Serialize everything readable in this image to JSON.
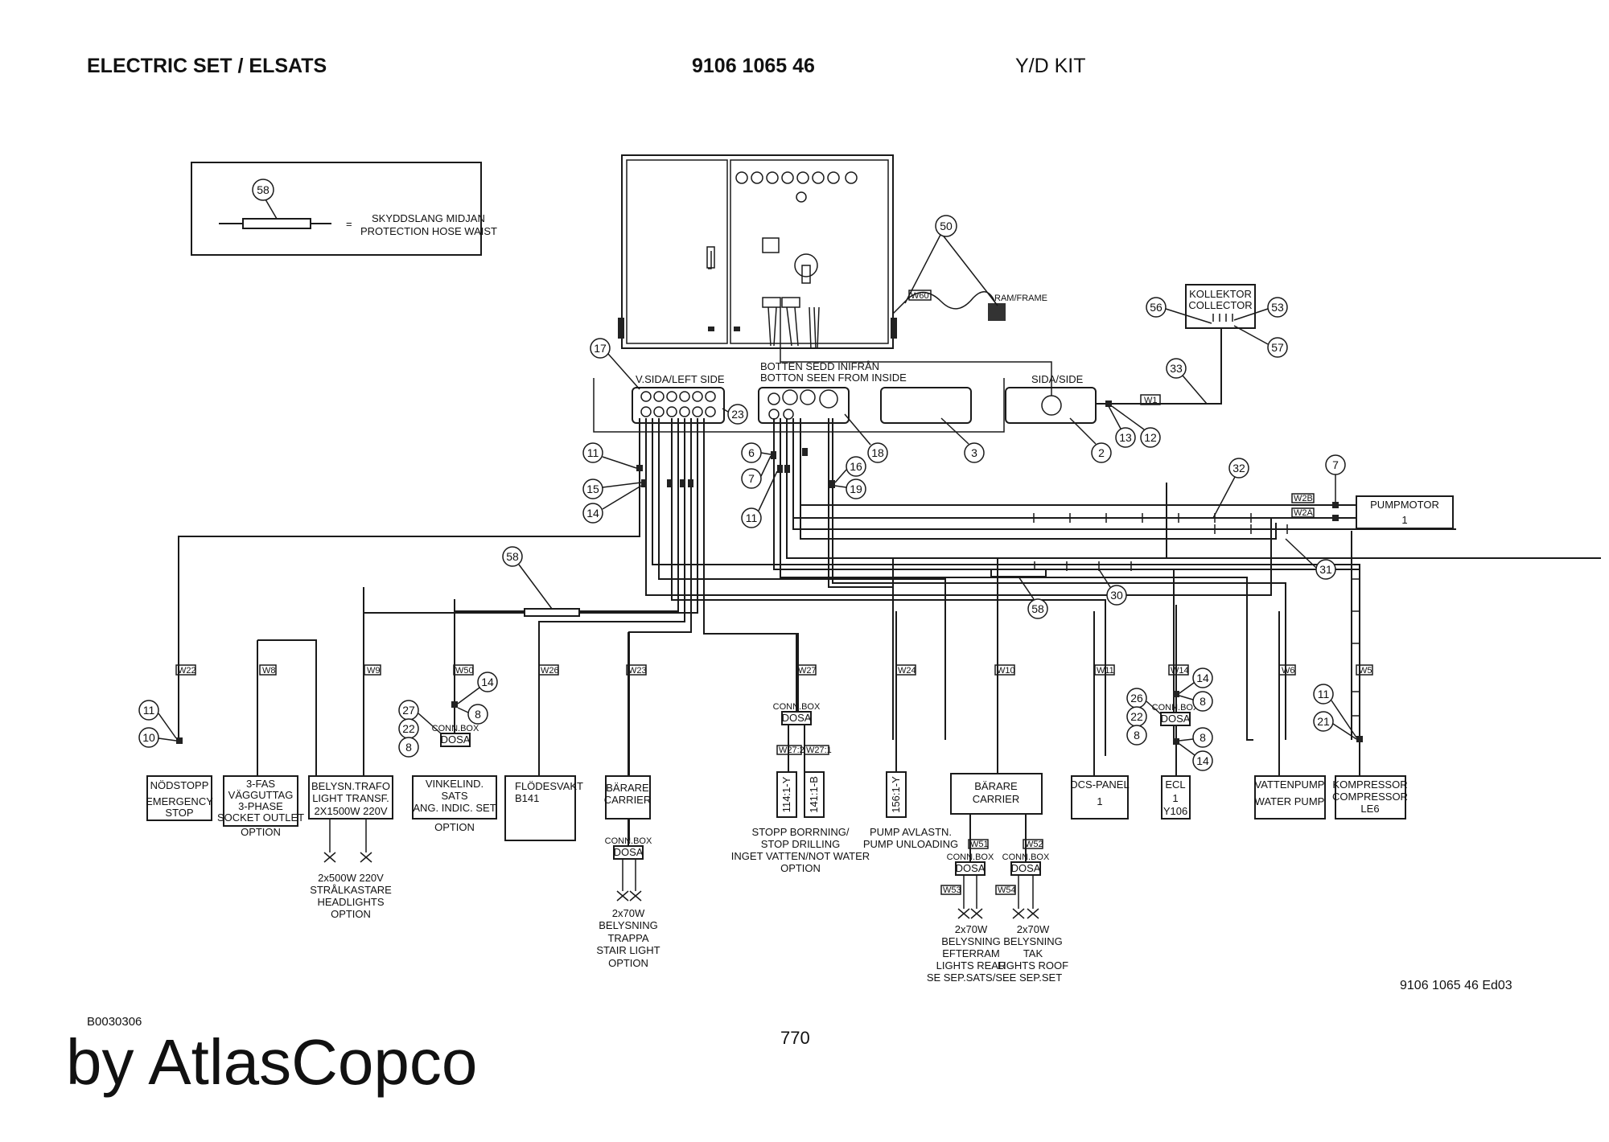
{
  "header": {
    "title": "ELECTRIC SET / ELSATS",
    "part_number": "9106 1065 46",
    "kit": "Y/D KIT"
  },
  "legend": {
    "ref": "58",
    "line1": "SKYDDSLANG MIDJAN",
    "line2": "PROTECTION HOSE WAIST",
    "equals": "="
  },
  "cabinet": {
    "frame_label": "RAM/FRAME",
    "wire_w60": "W60"
  },
  "collector": {
    "line1": "KOLLEKTOR",
    "line2": "COLLECTOR",
    "wire": "W1"
  },
  "panels": {
    "left_side": "V.SIDA/LEFT SIDE",
    "bottom_1": "BOTTEN SEDD INIFRÅN",
    "bottom_2": "BOTTON SEEN FROM INSIDE",
    "side": "SIDA/SIDE"
  },
  "pumpmotor": {
    "line1": "PUMPMOTOR",
    "line2": "1",
    "w2b": "W2B",
    "w2a": "W2A"
  },
  "wires": {
    "w22": "W22",
    "w8": "W8",
    "w9": "W9",
    "w50": "W50",
    "w26": "W26",
    "w23": "W23",
    "w27": "W27",
    "w24": "W24",
    "w10": "W10",
    "w11": "W11",
    "w14": "W14",
    "w6": "W6",
    "w5": "W5",
    "w27_2": "W27:2",
    "w27_1": "W27:1",
    "w51": "W51",
    "w52": "W52",
    "w53": "W53",
    "w54": "W54"
  },
  "conn": {
    "small": "CONN.BOX",
    "dosa": "DOSA"
  },
  "components": {
    "nodstopp": [
      "NÖDSTOPP",
      "EMERGENCY",
      "STOP"
    ],
    "fas": [
      "3-FAS",
      "VÄGGUTTAG",
      "3-PHASE",
      "SOCKET OUTLET",
      "OPTION"
    ],
    "belysn": [
      "BELYSN.TRAFO",
      "LIGHT TRANSF.",
      "2X1500W 220V"
    ],
    "headlights": [
      "2x500W 220V",
      "STRÅLKASTARE",
      "HEADLIGHTS",
      "OPTION"
    ],
    "vinkel": [
      "VINKELIND.",
      "SATS",
      "ANG. INDIC. SET",
      "OPTION"
    ],
    "flode": [
      "FLÖDESVAKT",
      "B141"
    ],
    "barare1": [
      "BÄRARE",
      "CARRIER"
    ],
    "stair": [
      "2x70W",
      "BELYSNING",
      "TRAPPA",
      "STAIR LIGHT",
      "OPTION"
    ],
    "rel1": "114:1-Y",
    "rel2": "141:1-B",
    "stopp": [
      "STOPP BORRNING/",
      "STOP DRILLING",
      "INGET VATTEN/NOT WATER",
      "OPTION"
    ],
    "rel3": "156:1-Y",
    "pump": [
      "PUMP AVLASTN.",
      "PUMP UNLOADING"
    ],
    "barare2": [
      "BÄRARE",
      "CARRIER"
    ],
    "rear": [
      "2x70W",
      "BELYSNING",
      "EFTERRAM",
      "LIGHTS REAR",
      "SE SEP.SATS/SEE SEP.SET"
    ],
    "roof": [
      "2x70W",
      "BELYSNING",
      "TAK",
      "LIGHTS ROOF"
    ],
    "dcs": [
      "DCS-PANEL",
      "1"
    ],
    "ecl": [
      "ECL",
      "1",
      "Y106"
    ],
    "vatten": [
      "VATTENPUMP",
      "WATER PUMP"
    ],
    "kompr": [
      "KOMPRESSOR",
      "COMPRESSOR",
      "LE6"
    ]
  },
  "refs": {
    "r50": "50",
    "r56": "56",
    "r53": "53",
    "r57": "57",
    "r17": "17",
    "r23": "23",
    "r18": "18",
    "r3": "3",
    "r2": "2",
    "r13": "13",
    "r12": "12",
    "r33": "33",
    "r11a": "11",
    "r15": "15",
    "r14a": "14",
    "r6": "6",
    "r7a": "7",
    "r11b": "11",
    "r16": "16",
    "r19": "19",
    "r32": "32",
    "r7b": "7",
    "r31": "31",
    "r58a": "58",
    "r58b": "58",
    "r30": "30",
    "r11c": "11",
    "r10": "10",
    "r14b": "14",
    "r8a": "8",
    "r27": "27",
    "r22a": "22",
    "r8b": "8",
    "r26": "26",
    "r14c": "14",
    "r8c": "8",
    "r22b": "22",
    "r8d": "8",
    "r8e": "8",
    "r14d": "14",
    "r11d": "11",
    "r21": "21"
  },
  "footer": {
    "code": "B0030306",
    "brand": "by AtlasCopco",
    "page": "770",
    "doc_id": "9106 1065 46 Ed03"
  }
}
